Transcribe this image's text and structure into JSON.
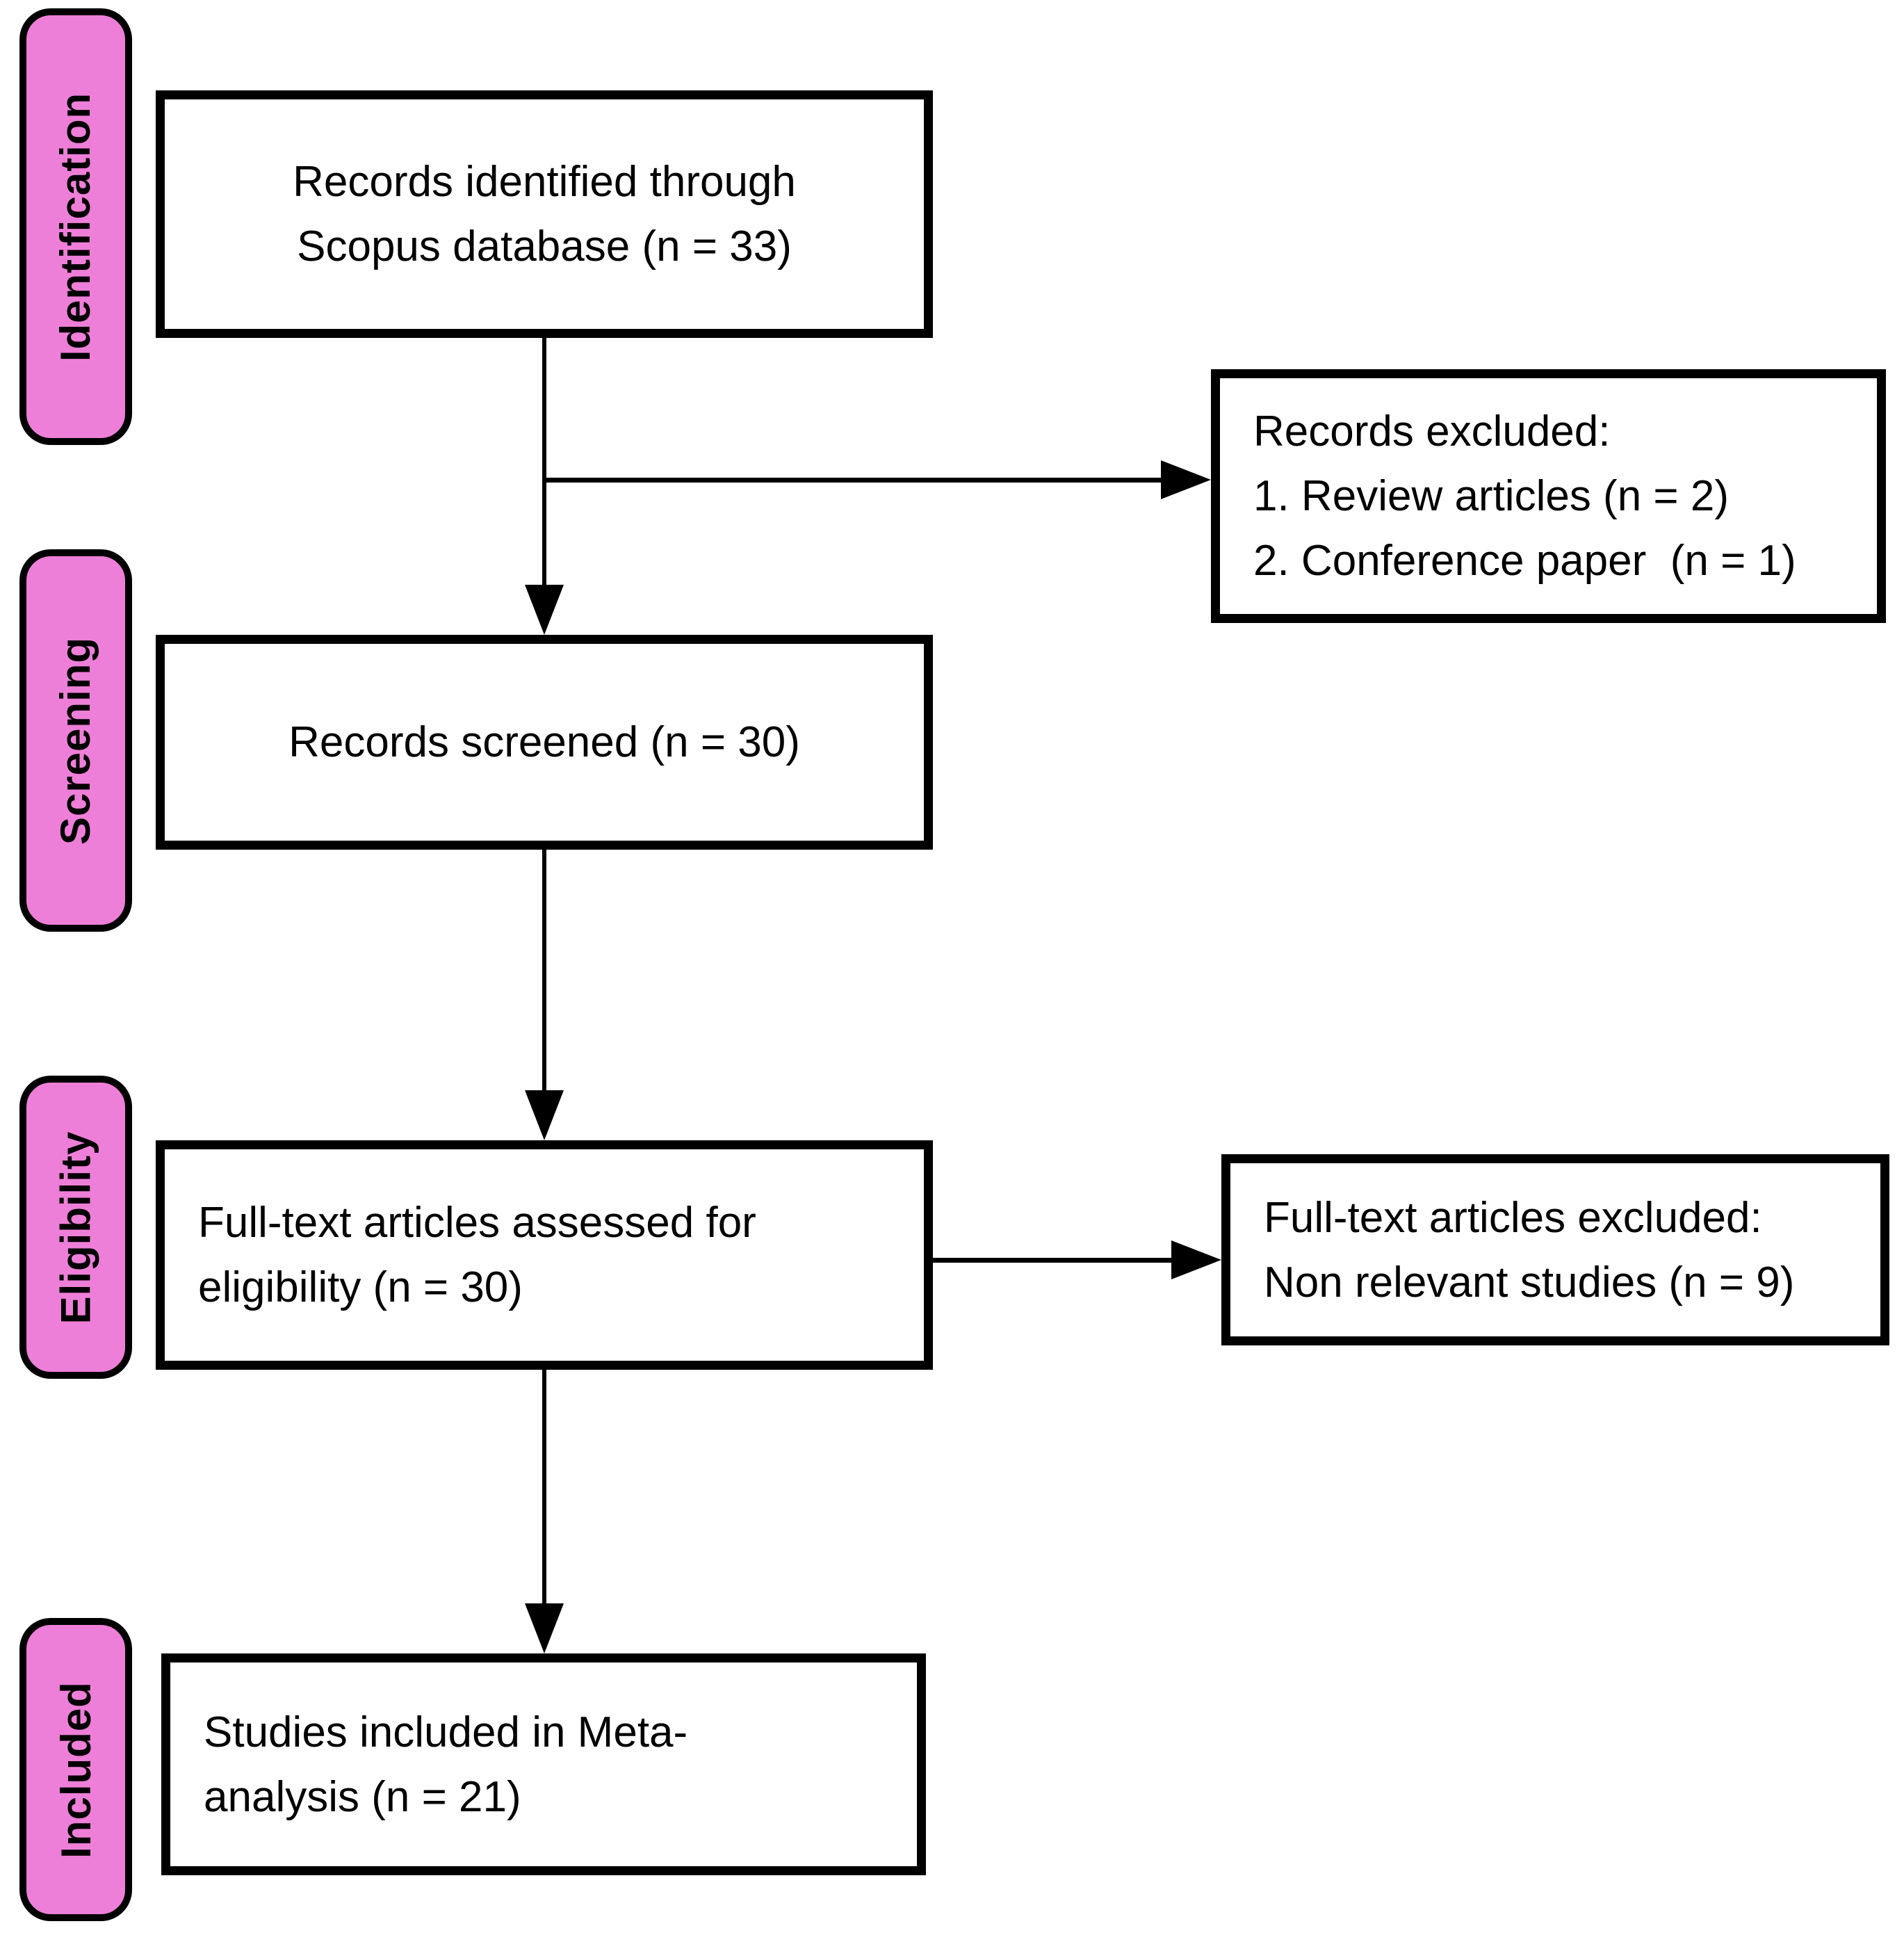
{
  "stages": [
    {
      "label": "Identification"
    },
    {
      "label": "Screening"
    },
    {
      "label": "Eligibility"
    },
    {
      "label": "Included"
    }
  ],
  "boxes": {
    "identified": {
      "text": "Records identified through\nScopus database (n = 33)",
      "n": 33
    },
    "screened": {
      "text": "Records screened (n = 30)",
      "n": 30
    },
    "assessed": {
      "text": "Full-text articles assessed for\neligibility (n = 30)",
      "n": 30
    },
    "included": {
      "text": "Studies included in Meta-\nanalysis (n = 21)",
      "n": 21
    },
    "records_excluded": {
      "text": "Records excluded:\n1. Review articles (n = 2)\n2. Conference paper  (n = 1)"
    },
    "fulltext_excluded": {
      "text": "Full-text articles excluded:\nNon relevant studies (n = 9)",
      "n": 9
    }
  },
  "colors": {
    "stage_fill": "#ee7fd8",
    "border": "#000000",
    "background": "#ffffff"
  }
}
